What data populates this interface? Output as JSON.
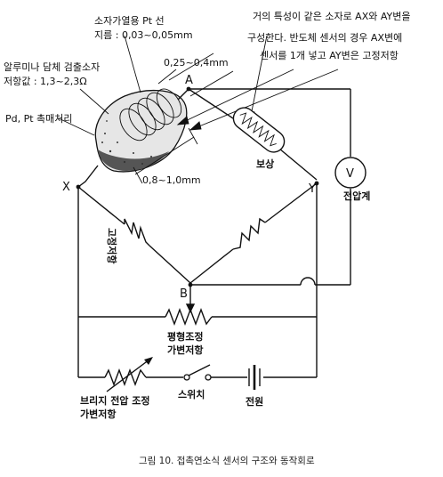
{
  "annotations": {
    "coil_title": "소자가열용 Pt 선",
    "coil_spec": "지름 : 0,03~0,05mm",
    "alumina_title": "알루미나 담체 검출소자",
    "alumina_spec": "저항값 : 1,3~2,3Ω",
    "catalyst": "Pd, Pt 촉매처리",
    "width_dim": "0,25~0,4mm",
    "length_dim": "0,8~1,0mm",
    "note_line1": "거의 특성이 같은 소자로 AX와 AY변을",
    "note_line2": "구성한다. 반도체 센서의 경우 AX변에",
    "note_line3": "센서를 1개 넣고 AY변은 고정저항"
  },
  "nodes": {
    "a": "A",
    "b": "B",
    "x": "X",
    "y": "Y"
  },
  "components": {
    "compensation": "보상",
    "voltmeter_symbol": "V",
    "voltmeter": "전압계",
    "fixed_resistor": "고정저항",
    "balance_line1": "평형조정",
    "balance_line2": "가변저항",
    "bridge_line1": "브리지 전압 조정",
    "bridge_line2": "가변저항",
    "switch": "스위치",
    "power": "전원"
  },
  "caption": "그림 10. 접촉연소식 센서의 구조와 동작회로"
}
